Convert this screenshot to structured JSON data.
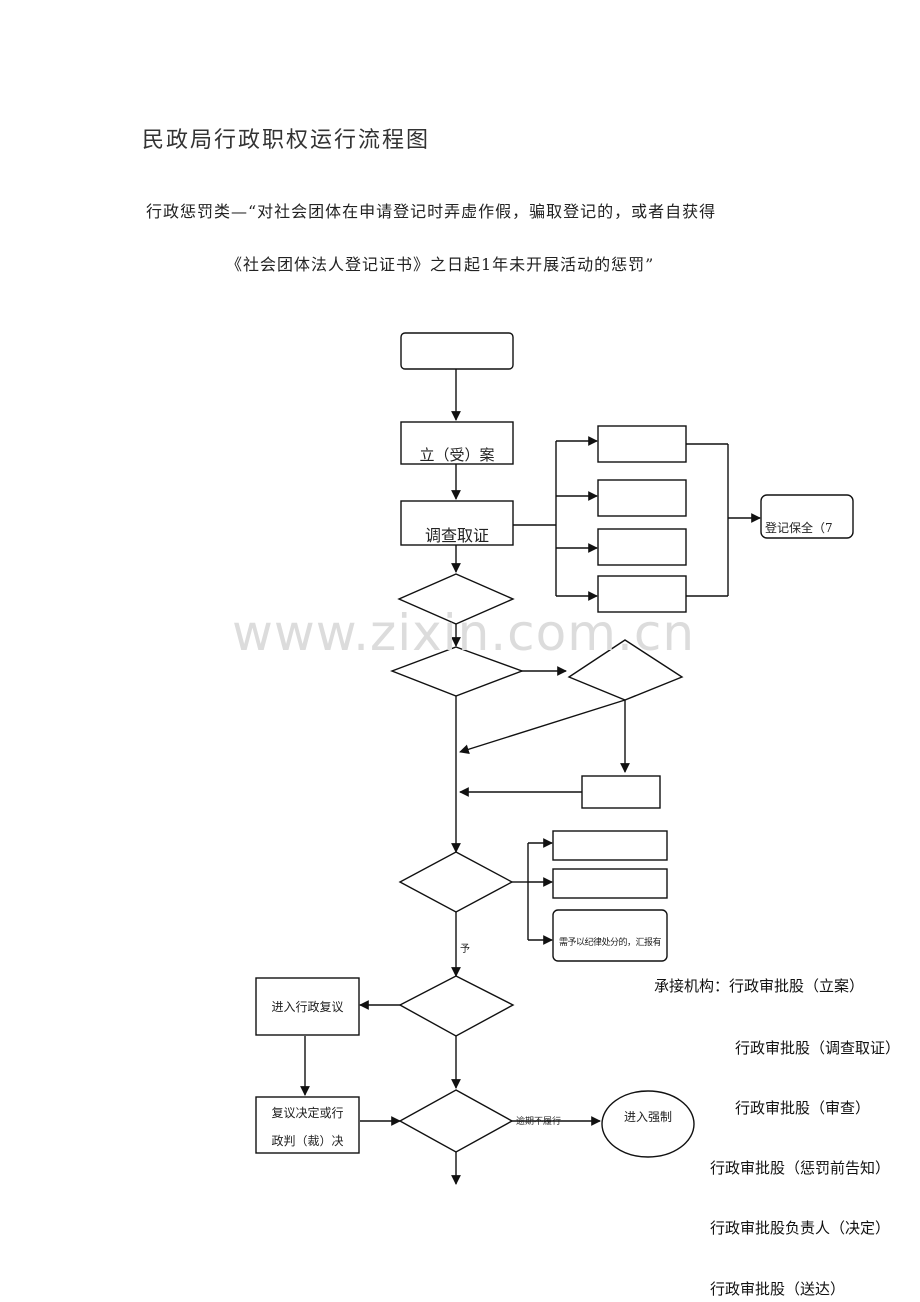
{
  "page": {
    "title": "民政局行政职权运行流程图",
    "subtitle_line1": "行政惩罚类—“对社会团体在申请登记时弄虚作假，骗取登记的，或者自获得",
    "subtitle_line2": "《社会团体法人登记证书》之日起1年未开展活动的惩罚”",
    "watermark": "www.zixin.com.cn"
  },
  "flow": {
    "start": "",
    "register": "立（受）案",
    "investigate": "调查取证",
    "review": "",
    "notice": "",
    "hearing": "",
    "blank_box": "",
    "decision": "",
    "branch1": "",
    "branch2": "",
    "branch3": "需予以纪律处分的，汇报有",
    "reconsider": "进入行政复议",
    "serve": "",
    "review_result_line1": "复议决定或行",
    "review_result_line2": "政判（裁）决",
    "execute": "",
    "overdue_label": "逾期不履行",
    "enforce_line1": "进入强制",
    "enforce_line2": "",
    "evidence1": "",
    "evidence2": "",
    "evidence3": "",
    "evidence4": "",
    "preserve": "登记保全（7",
    "edge_label_yu": "予"
  },
  "organs": {
    "heading": "承接机构：行政审批股（立案）",
    "item1": "行政审批股（调查取证）",
    "item2": "行政审批股（审查）",
    "item3": "行政审批股（惩罚前告知）",
    "item4": "行政审批股负责人（决定）",
    "item5": "行政审批股（送达）"
  }
}
